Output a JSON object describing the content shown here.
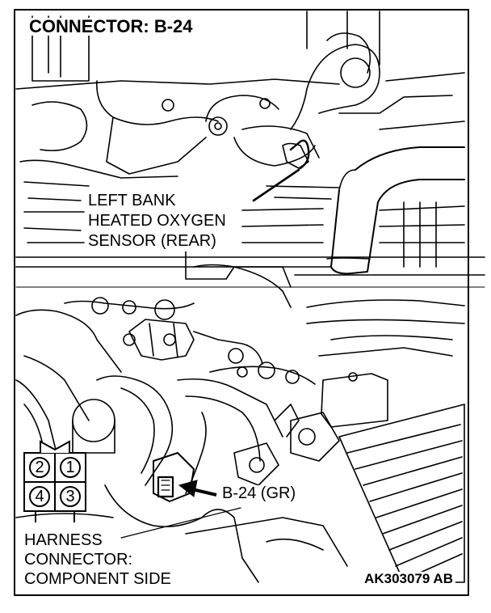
{
  "title": "CONNECTOR: B-24",
  "sensor_label": {
    "line1": "LEFT BANK",
    "line2": "HEATED OXYGEN",
    "line3": "SENSOR (REAR)"
  },
  "connector_callout": "B-24 (GR)",
  "harness_label": {
    "line1": "HARNESS",
    "line2": "CONNECTOR:",
    "line3": "COMPONENT SIDE"
  },
  "pins": [
    "2",
    "1",
    "4",
    "3"
  ],
  "figure_id": "AK303079 AB"
}
